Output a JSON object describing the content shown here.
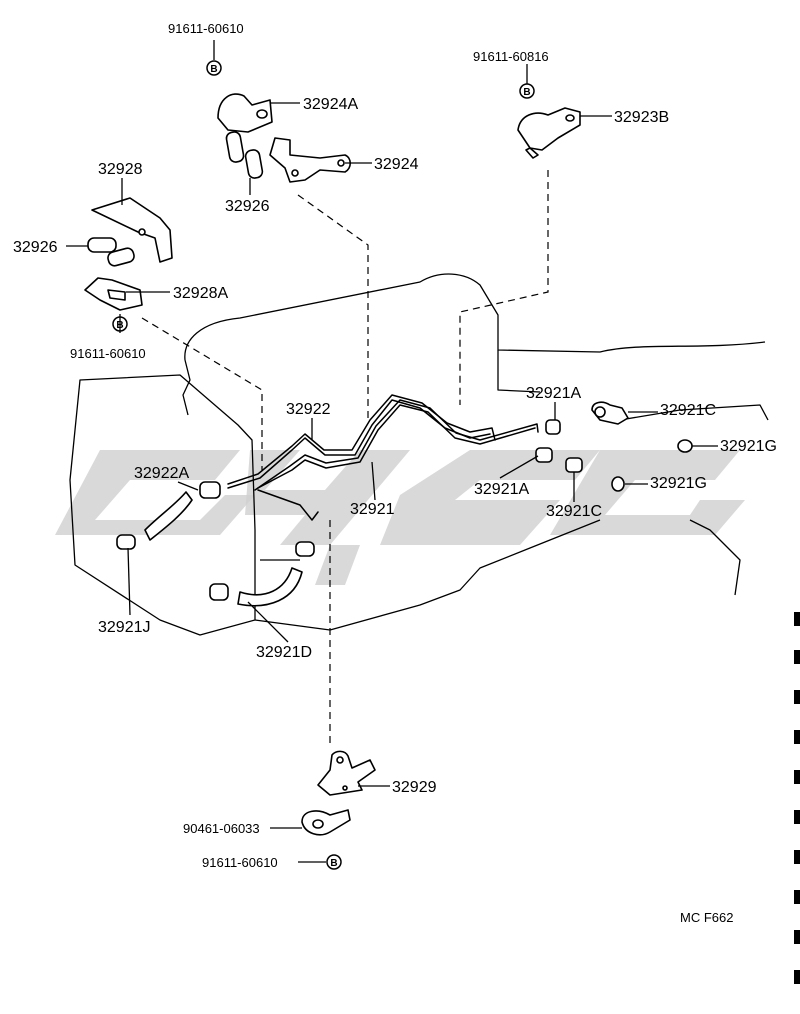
{
  "watermark_text": "",
  "figure_code": "MC F662",
  "badge_letter": "B",
  "callouts": {
    "p91611_60610_top": "91611-60610",
    "p91611_60816": "91611-60816",
    "p32924A": "32924A",
    "p32923B": "32923B",
    "p32924": "32924",
    "p32928": "32928",
    "p32926_mid": "32926",
    "p32926_left": "32926",
    "p32928A": "32928A",
    "p91611_60610_left": "91611-60610",
    "p32922": "32922",
    "p32921A_top": "32921A",
    "p32921C_top": "32921C",
    "p32921G_top": "32921G",
    "p32922A": "32922A",
    "p32921": "32921",
    "p32921A_mid": "32921A",
    "p32921G_mid": "32921G",
    "p32921C_mid": "32921C",
    "p32921J": "32921J",
    "p32921D": "32921D",
    "p32929": "32929",
    "p90461_06033": "90461-06033",
    "p91611_60610_bottom": "91611-60610"
  }
}
